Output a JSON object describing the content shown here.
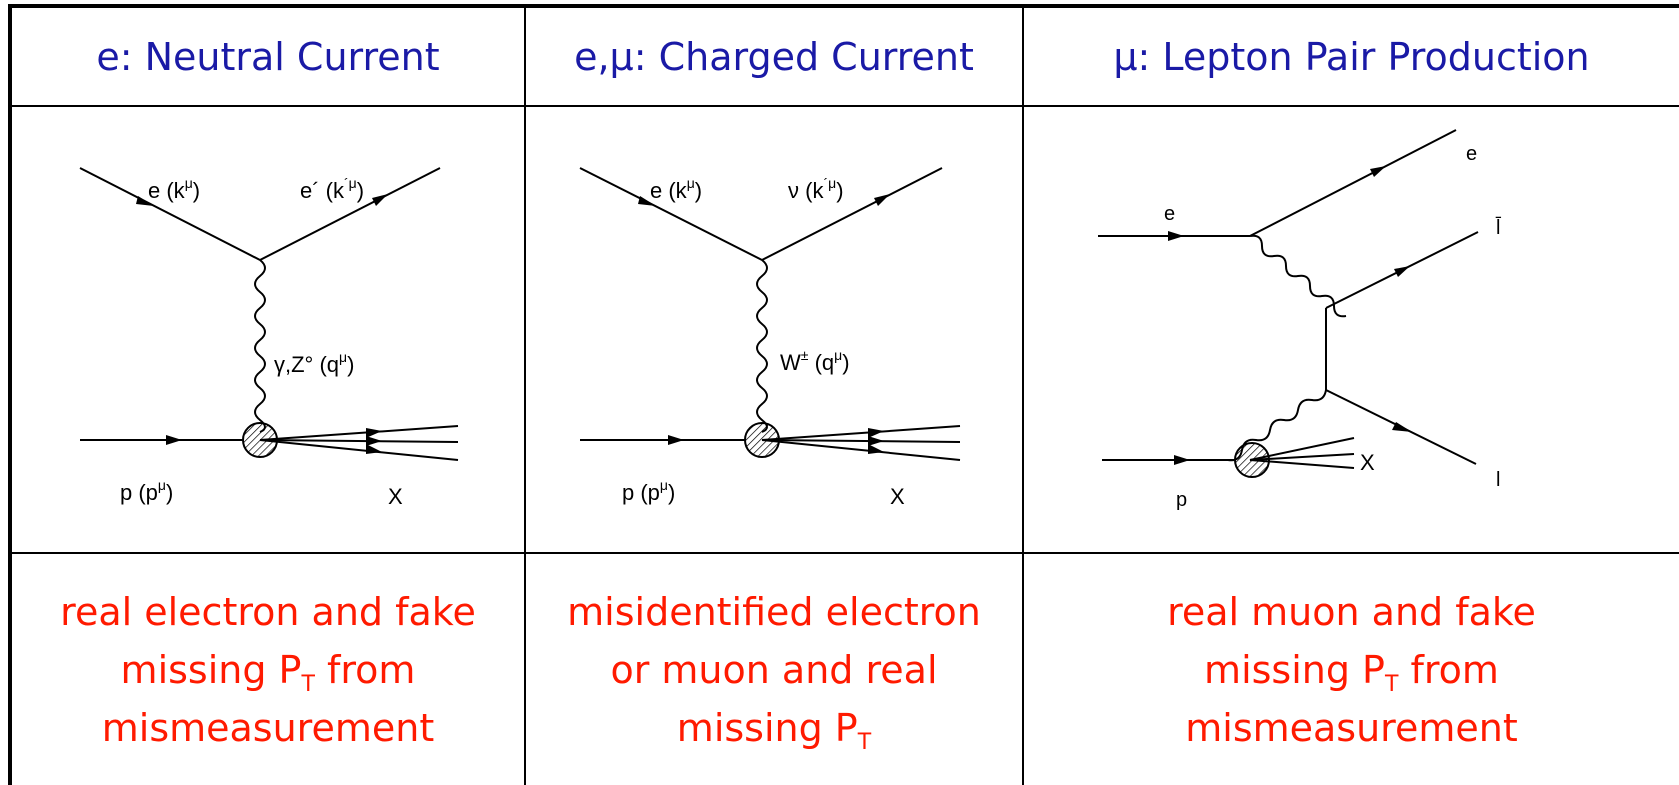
{
  "columns": [
    {
      "header": "e: Neutral Current",
      "diagram": {
        "incoming_lepton": "e (k",
        "incoming_lepton_sup": "μ",
        "outgoing_lepton": "e´ (k",
        "outgoing_lepton_sup": "´μ",
        "boson": "γ,Z° (q",
        "boson_sup": "μ",
        "proton": "p (p",
        "proton_sup": "μ",
        "hadrons": "X",
        "close_paren": ")"
      },
      "footer": {
        "line1": "real electron and fake",
        "line2_main": "missing P",
        "line2_sub": "T",
        "line2_tail": " from",
        "line3": "mismeasurement"
      }
    },
    {
      "header": "e,μ: Charged Current",
      "diagram": {
        "incoming_lepton": "e (k",
        "incoming_lepton_sup": "μ",
        "outgoing_lepton": "ν (k",
        "outgoing_lepton_sup": "´μ",
        "boson": "W",
        "boson_sup": "±",
        "boson_tail": " (q",
        "boson_tail_sup": "μ",
        "proton": "p (p",
        "proton_sup": "μ",
        "hadrons": "X",
        "close_paren": ")"
      },
      "footer": {
        "line1": "misidentified electron",
        "line2": "or muon and real",
        "line3_main": "missing P",
        "line3_sub": "T"
      }
    },
    {
      "header": "μ: Lepton Pair Production",
      "diagram": {
        "incoming_electron": "e",
        "outgoing_electron": "e",
        "lepton_bar": "l̄",
        "lepton": "l",
        "proton": "p",
        "hadrons": "X"
      },
      "footer": {
        "line1": "real muon and fake",
        "line2_main": "missing P",
        "line2_sub": "T",
        "line2_tail": " from",
        "line3": "mismeasurement"
      }
    }
  ],
  "colors": {
    "header_text": "#1a1aa6",
    "footer_text": "#ff1a00",
    "lines": "#000000"
  }
}
